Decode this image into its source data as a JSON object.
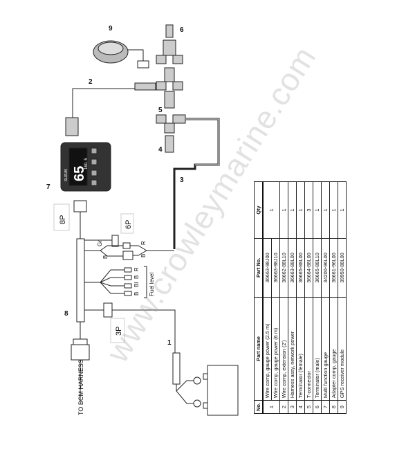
{
  "diagram": {
    "callouts": [
      "1",
      "2",
      "3",
      "4",
      "5",
      "6",
      "7",
      "8",
      "9"
    ],
    "connectors": {
      "p8": "8P",
      "p6": "6P",
      "p3": "3P"
    },
    "wire_colors": {
      "gr": "Gr",
      "b1": "B",
      "r1": "R",
      "b2": "B",
      "fuel_b": "B",
      "fuel_bl": "Bl",
      "fuel_b2": "B",
      "fuel_r": "R"
    },
    "fuel_level_label": "Fuel level",
    "bcm_label": "TO BCM HARNESS",
    "gauge": {
      "brand": "SUZUKI",
      "reading": "65",
      "sub_reading": "160. 5"
    }
  },
  "watermark": "www.crowleymarine.com",
  "parts_table": {
    "headers": [
      "No.",
      "Part name",
      "Part No.",
      "Qty"
    ],
    "rows": [
      [
        "1",
        "Wire comp, gauge power (2.5 m)",
        "36663-98J00",
        "1"
      ],
      [
        "",
        "Wire comp, gauge power (6 m)",
        "36663-98J10",
        ""
      ],
      [
        "2",
        "Wire comp, extension (2')",
        "36662-88L10",
        "1"
      ],
      [
        "3",
        "Harness assy, network power",
        "36663-88L00",
        "1"
      ],
      [
        "4",
        "Terminator (female)",
        "36665-88L00",
        "1"
      ],
      [
        "5",
        "T-connector",
        "36664-88L00",
        "3"
      ],
      [
        "6",
        "Terminator (male)",
        "36665-88L10",
        "1"
      ],
      [
        "7",
        "Multi function gauge",
        "34200-96L00",
        "1"
      ],
      [
        "8",
        "Adapter comp, gauge",
        "36661-96L00",
        "1"
      ],
      [
        "9",
        "GPS receiver module",
        "39950-88L00",
        "1"
      ]
    ]
  }
}
